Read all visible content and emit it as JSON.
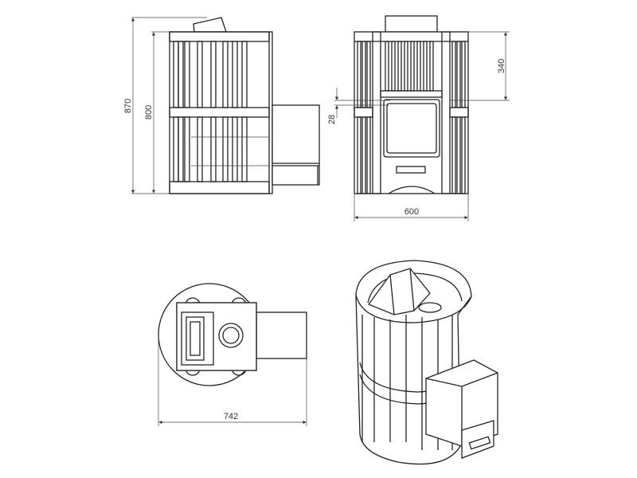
{
  "title": "Stove technical drawing",
  "dimensions": {
    "total_height": "870",
    "body_height": "800",
    "door_offset": "28",
    "top_to_door": "340",
    "width": "600",
    "depth": "742"
  },
  "colors": {
    "line": "#222222",
    "background": "#ffffff"
  }
}
